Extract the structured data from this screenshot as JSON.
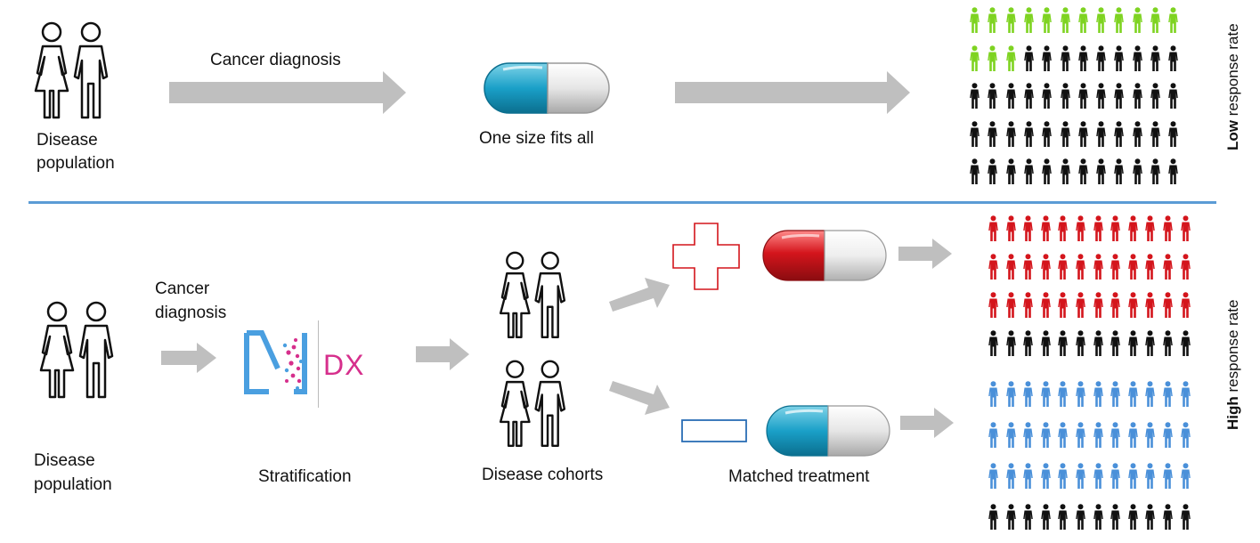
{
  "top": {
    "population_label_1": "Disease",
    "population_label_2": "population",
    "arrow_label": "Cancer diagnosis",
    "drug_label": "One size fits all",
    "side_label_bold": "Low",
    "side_label_rest": " response rate"
  },
  "bottom": {
    "population_label_1": "Disease",
    "population_label_2": "population",
    "arrow_label_1": "Cancer",
    "arrow_label_2": "diagnosis",
    "logo_text": "DX",
    "stratification_label": "Stratification",
    "cohorts_label": "Disease cohorts",
    "treatment_label": "Matched treatment",
    "side_label_bold": "High",
    "side_label_rest": " response rate"
  },
  "colors": {
    "responder_top": "#7ed321",
    "responder_red": "#d4151c",
    "responder_blue": "#4a90d9",
    "nonresponder": "#111111",
    "arrow": "#bfbfbf",
    "divider": "#5b9bd5",
    "logo_blue": "#4a9fe0",
    "logo_pink": "#d62f8c"
  },
  "grids": {
    "top": {
      "rows": 5,
      "cols": 12,
      "colored_count": 15,
      "color": "responder_top"
    },
    "bottom_red": {
      "rows": 4,
      "cols": 12,
      "colored_count": 36,
      "color": "responder_red"
    },
    "bottom_blue": {
      "rows": 4,
      "cols": 12,
      "colored_count": 36,
      "color": "responder_blue"
    }
  }
}
